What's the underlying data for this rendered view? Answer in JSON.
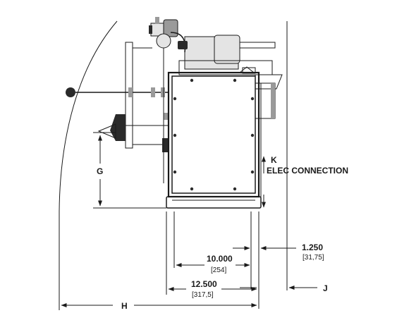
{
  "labels": {
    "g": "G",
    "h": "H",
    "j": "J",
    "k": "K",
    "elec_connection": "ELEC CONNECTION"
  },
  "dimensions": {
    "d1": {
      "inch": "1.250",
      "mm": "[31,75]"
    },
    "d2": {
      "inch": "10.000",
      "mm": "[254]"
    },
    "d3": {
      "inch": "12.500",
      "mm": "[317,5]"
    }
  }
}
